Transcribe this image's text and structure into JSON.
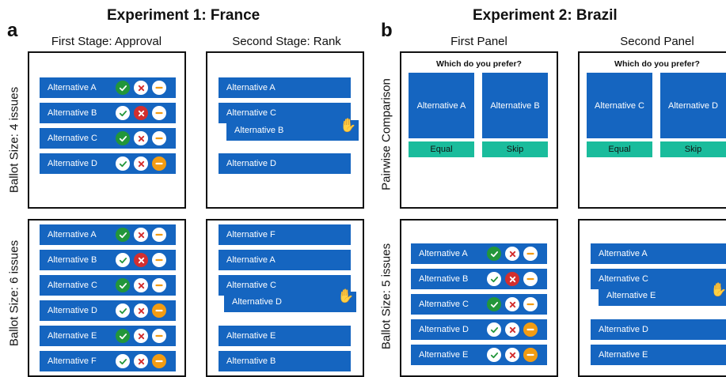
{
  "exp1": {
    "title": "Experiment 1: France",
    "letter": "a",
    "stage1": "First Stage: Approval",
    "stage2": "Second Stage: Rank",
    "row4_label": "Ballot Size: 4 issues",
    "row6_label": "Ballot Size: 6 issues",
    "approval4": [
      {
        "label": "Alternative A",
        "state": "approve"
      },
      {
        "label": "Alternative B",
        "state": "reject"
      },
      {
        "label": "Alternative C",
        "state": "approve"
      },
      {
        "label": "Alternative D",
        "state": "abstain"
      }
    ],
    "rank4": [
      "Alternative A",
      "Alternative C",
      "Alternative B",
      "Alternative D"
    ],
    "approval6": [
      {
        "label": "Alternative A",
        "state": "approve"
      },
      {
        "label": "Alternative B",
        "state": "reject"
      },
      {
        "label": "Alternative C",
        "state": "approve"
      },
      {
        "label": "Alternative D",
        "state": "abstain"
      },
      {
        "label": "Alternative E",
        "state": "approve"
      },
      {
        "label": "Alternative F",
        "state": "abstain"
      }
    ],
    "rank6": [
      "Alternative F",
      "Alternative A",
      "Alternative C",
      "Alternative D",
      "Alternative E",
      "Alternative B"
    ]
  },
  "exp2": {
    "title": "Experiment 2: Brazil",
    "letter": "b",
    "panel1": "First Panel",
    "panel2": "Second Panel",
    "row1_label": "Pairwise Comparison",
    "row2_label": "Ballot Size: 5 issues",
    "question": "Which do you prefer?",
    "pair1": [
      "Alternative A",
      "Alternative B"
    ],
    "pair2": [
      "Alternative C",
      "Alternative D"
    ],
    "equal": "Equal",
    "skip": "Skip",
    "approval5": [
      {
        "label": "Alternative A",
        "state": "approve"
      },
      {
        "label": "Alternative B",
        "state": "reject"
      },
      {
        "label": "Alternative C",
        "state": "approve"
      },
      {
        "label": "Alternative D",
        "state": "abstain"
      },
      {
        "label": "Alternative E",
        "state": "abstain"
      }
    ],
    "rank5": [
      "Alternative A",
      "Alternative C",
      "Alternative E",
      "Alternative D",
      "Alternative E"
    ]
  },
  "icons": {
    "drag": "hand-pointer-icon",
    "approve": "check-icon",
    "reject": "x-icon",
    "abstain": "minus-icon"
  },
  "colors": {
    "bar": "#1565c0",
    "approve": "#22963a",
    "reject": "#d32f2f",
    "abstain": "#f39c12",
    "button": "#1abc9c"
  }
}
